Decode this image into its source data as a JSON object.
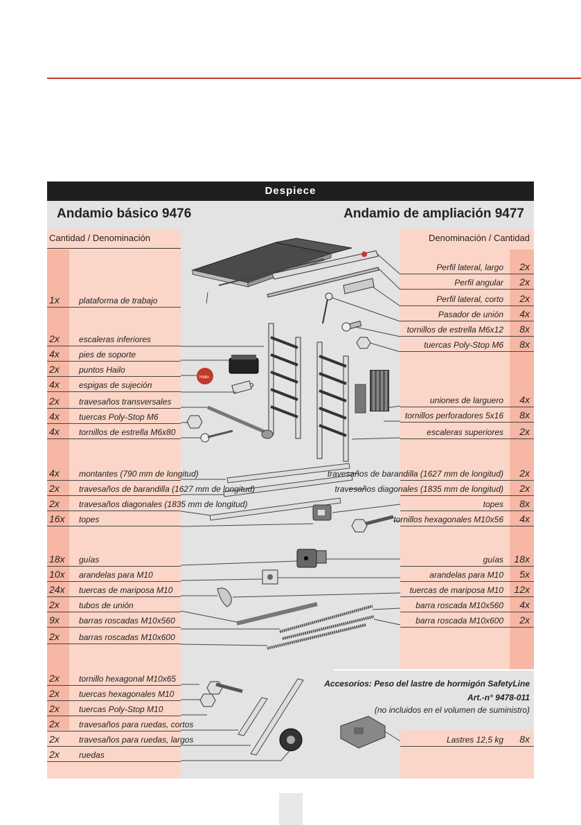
{
  "panel": {
    "title": "Despiece",
    "left_title": "Andamio básico 9476",
    "right_title": "Andamio de ampliación 9477",
    "left_header": "Cantidad / Denominación",
    "right_header": "Denominación / Cantidad"
  },
  "left_items": [
    {
      "qty": "1x",
      "name": "plataforma de trabajo"
    },
    {
      "qty": "2x",
      "name": "escaleras inferiores"
    },
    {
      "qty": "4x",
      "name": "pies de soporte"
    },
    {
      "qty": "2x",
      "name": "puntos Hailo"
    },
    {
      "qty": "4x",
      "name": "espigas de sujeción"
    },
    {
      "qty": "2x",
      "name": "travesaños transversales"
    },
    {
      "qty": "4x",
      "name": "tuercas Poly-Stop M6"
    },
    {
      "qty": "4x",
      "name": "tornillos de estrella M6x80"
    },
    {
      "qty": "4x",
      "name": "montantes (790 mm de longitud)"
    },
    {
      "qty": "2x",
      "name": "travesaños de barandilla (1627 mm de longitud)"
    },
    {
      "qty": "2x",
      "name": "travesaños diagonales (1835 mm de longitud)"
    },
    {
      "qty": "16x",
      "name": "topes"
    },
    {
      "qty": "18x",
      "name": "guías"
    },
    {
      "qty": "10x",
      "name": "arandelas para M10"
    },
    {
      "qty": "24x",
      "name": "tuercas de mariposa M10"
    },
    {
      "qty": "2x",
      "name": "tubos de unión"
    },
    {
      "qty": "9x",
      "name": "barras roscadas M10x560"
    },
    {
      "qty": "2x",
      "name": "barras roscadas M10x600"
    },
    {
      "qty": "2x",
      "name": "tornillo hexagonal M10x65"
    },
    {
      "qty": "2x",
      "name": "tuercas hexagonales M10"
    },
    {
      "qty": "2x",
      "name": "tuercas Poly-Stop M10"
    },
    {
      "qty": "2x",
      "name": "travesaños para ruedas, cortos"
    },
    {
      "qty": "2x",
      "name": "travesaños para ruedas, largos"
    },
    {
      "qty": "2x",
      "name": "ruedas"
    }
  ],
  "right_items": [
    {
      "qty": "2x",
      "name": "Perfil lateral, largo"
    },
    {
      "qty": "2x",
      "name": "Perfil angular"
    },
    {
      "qty": "2x",
      "name": "Perfil lateral, corto"
    },
    {
      "qty": "4x",
      "name": "Pasador de unión"
    },
    {
      "qty": "8x",
      "name": "tornillos de estrella M6x12"
    },
    {
      "qty": "8x",
      "name": "tuercas Poly-Stop M6"
    },
    {
      "qty": "4x",
      "name": "uniones de larguero"
    },
    {
      "qty": "8x",
      "name": "tornillos perforadores 5x16"
    },
    {
      "qty": "2x",
      "name": "escaleras superiores"
    },
    {
      "qty": "2x",
      "name": "travesaños de barandilla (1627 mm de longitud)"
    },
    {
      "qty": "2x",
      "name": "travesaños diagonales (1835 mm de longitud)"
    },
    {
      "qty": "8x",
      "name": "topes"
    },
    {
      "qty": "4x",
      "name": "tornillos hexagonales M10x56"
    },
    {
      "qty": "18x",
      "name": "guías"
    },
    {
      "qty": "5x",
      "name": "arandelas para M10"
    },
    {
      "qty": "12x",
      "name": "tuercas de mariposa M10"
    },
    {
      "qty": "4x",
      "name": "barra roscada M10x560"
    },
    {
      "qty": "2x",
      "name": "barra roscada M10x600"
    },
    {
      "qty": "8x",
      "name": "Lastres 12,5 kg"
    }
  ],
  "accessories": {
    "line1": "Accesorios:  Peso del lastre de hormigón  SafetyLine",
    "line2": "Art.-n° 9478-011",
    "line3": "(no incluidos en el volumen de suministro)"
  },
  "logo_text": "Hailo"
}
